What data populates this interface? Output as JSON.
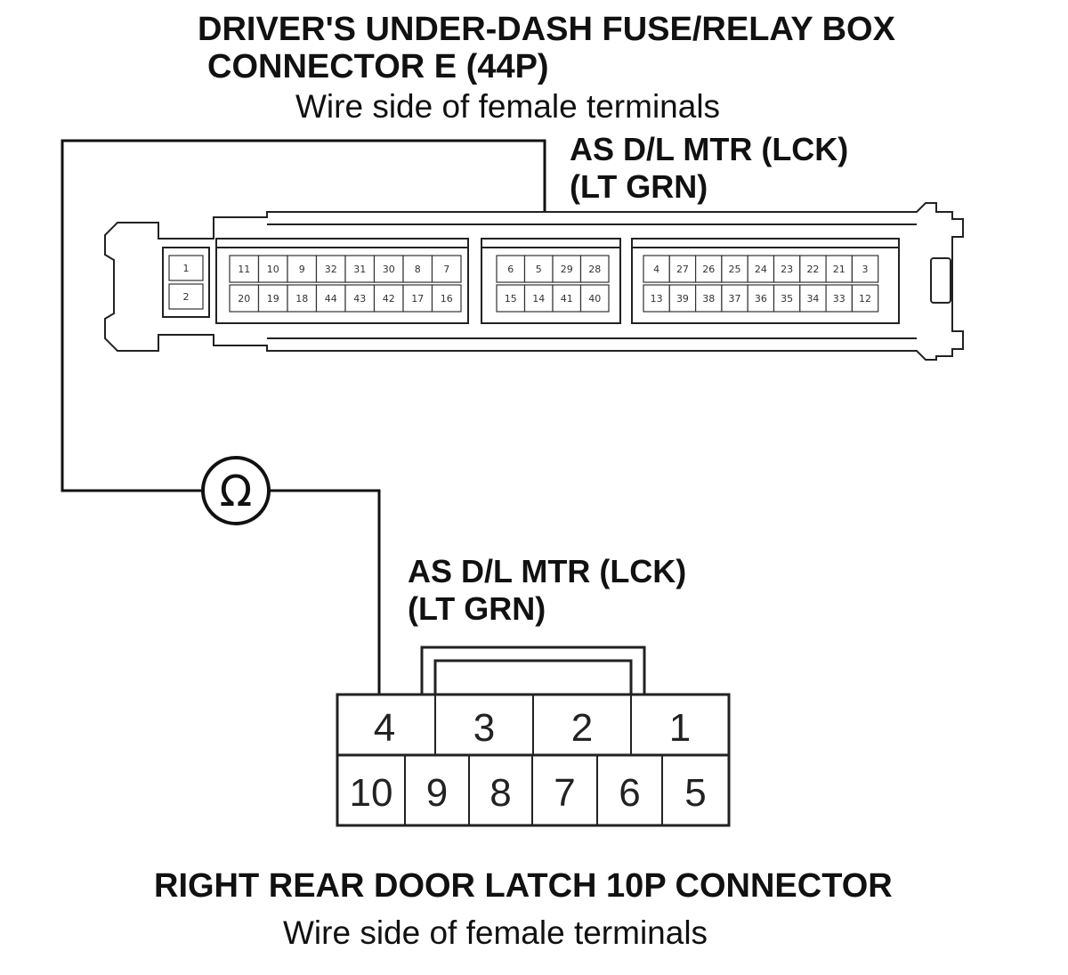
{
  "connector_e": {
    "title_line1": "DRIVER'S UNDER-DASH FUSE/RELAY BOX",
    "title_line2": "CONNECTOR E (44P)",
    "subtitle": "Wire side of female terminals",
    "wire_label_line1": "AS D/L MTR (LCK)",
    "wire_label_line2": "(LT GRN)",
    "pins": {
      "left_single": [
        "1",
        "2"
      ],
      "block_a_top": [
        "11",
        "10",
        "9",
        "32",
        "31",
        "30",
        "8",
        "7"
      ],
      "block_a_bottom": [
        "20",
        "19",
        "18",
        "44",
        "43",
        "42",
        "17",
        "16"
      ],
      "block_b_top": [
        "6",
        "5",
        "29",
        "28"
      ],
      "block_b_bottom": [
        "15",
        "14",
        "41",
        "40"
      ],
      "block_c_top": [
        "4",
        "27",
        "26",
        "25",
        "24",
        "23",
        "22",
        "21",
        "3"
      ],
      "block_c_bottom": [
        "13",
        "39",
        "38",
        "37",
        "36",
        "35",
        "34",
        "33",
        "12"
      ]
    },
    "probed_pin": "5"
  },
  "meter": {
    "symbol": "Ω",
    "icon": "ohmmeter-icon"
  },
  "latch_connector": {
    "title": "RIGHT REAR DOOR LATCH 10P CONNECTOR",
    "subtitle": "Wire side of female terminals",
    "wire_label_line1": "AS D/L MTR (LCK)",
    "wire_label_line2": "(LT GRN)",
    "pins_top": [
      "4",
      "3",
      "2",
      "1"
    ],
    "pins_bottom": [
      "10",
      "9",
      "8",
      "7",
      "6",
      "5"
    ],
    "probed_pin": "4"
  }
}
